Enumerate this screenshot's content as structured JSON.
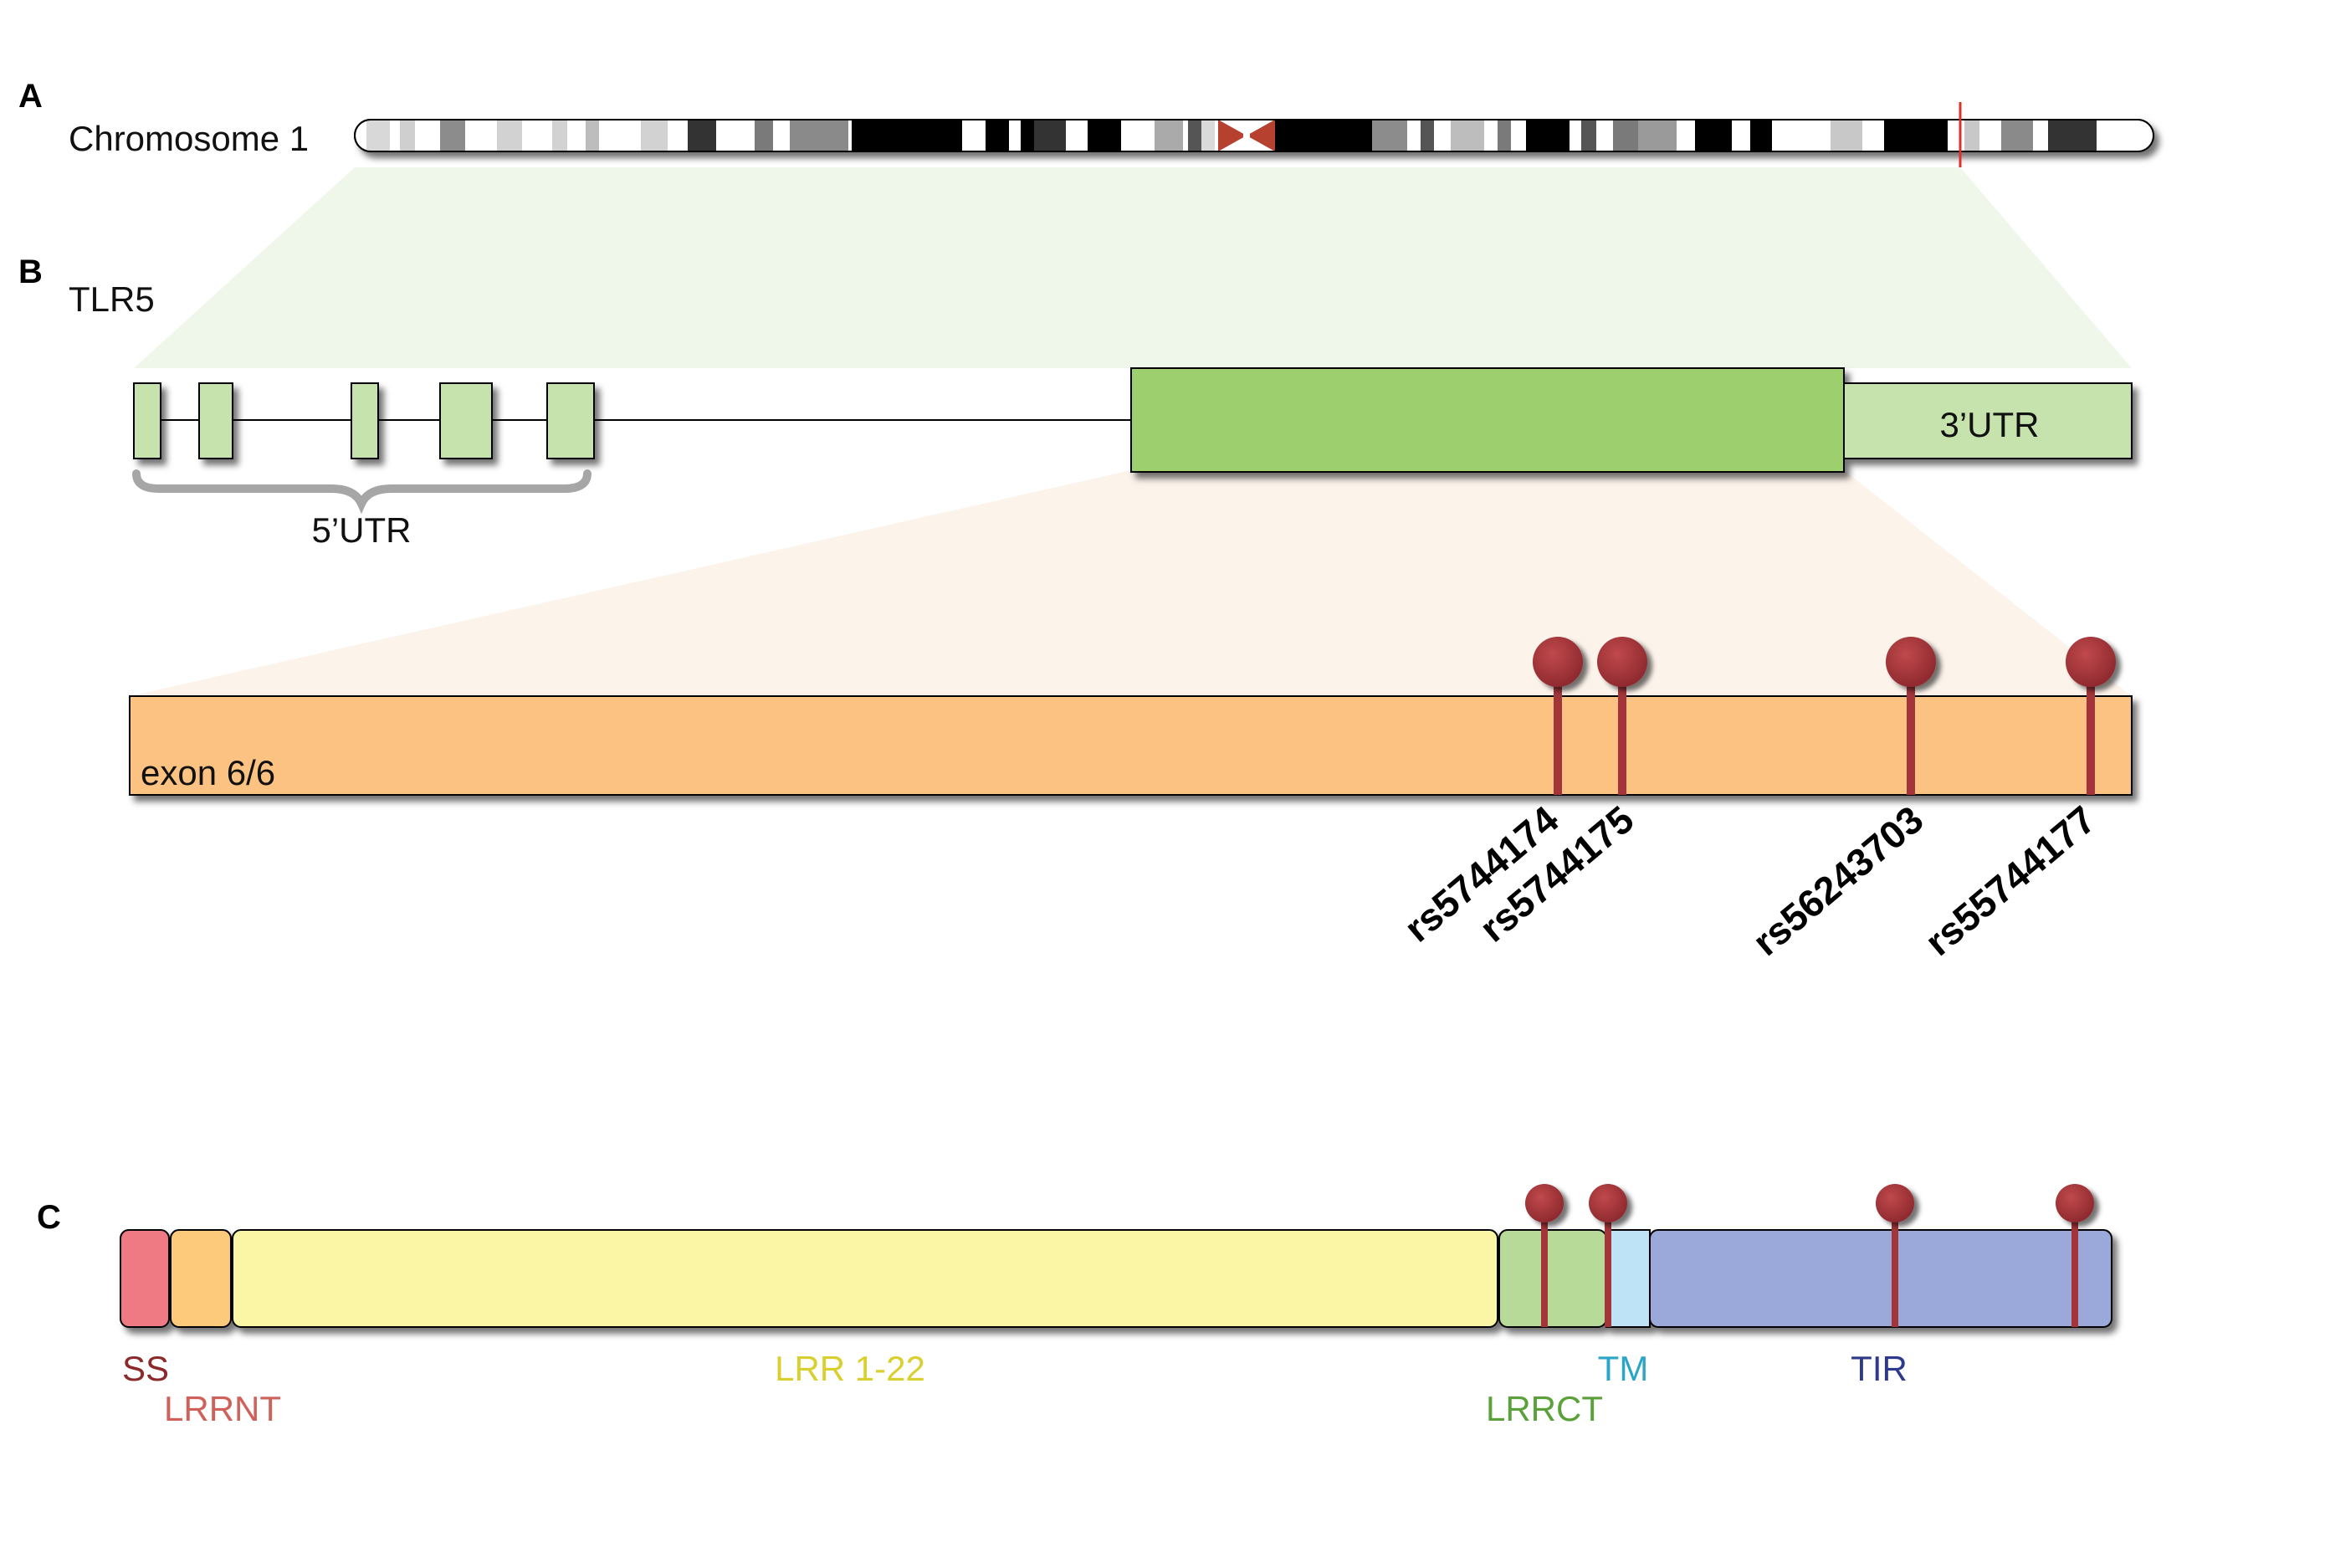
{
  "panels": {
    "a": {
      "letter": "A",
      "chromosome_label": "Chromosome 1"
    },
    "b": {
      "letter": "B",
      "gene_label": "TLR5",
      "utr5_label": "5’UTR",
      "utr3_label": "3’UTR",
      "exon_label": "exon 6/6",
      "snps": [
        {
          "id": "rs5744174"
        },
        {
          "id": "rs5744175"
        },
        {
          "id": "rs56243703"
        },
        {
          "id": "rs55744177"
        }
      ]
    },
    "c": {
      "letter": "C",
      "domains": [
        {
          "key": "ss",
          "label": "SS",
          "color": "#f07a84",
          "text_color": "#8b2a2a"
        },
        {
          "key": "lrrnt",
          "label": "LRRNT",
          "color": "#fdc97a",
          "text_color": "#d0605a"
        },
        {
          "key": "lrr",
          "label": "LRR 1-22",
          "color": "#fbf5a6",
          "text_color": "#d9cf2e"
        },
        {
          "key": "lrrct",
          "label": "LRRCT",
          "color": "#b7da98",
          "text_color": "#5aa13a"
        },
        {
          "key": "tm",
          "label": "TM",
          "color": "#bfe3f6",
          "text_color": "#2ba6c9"
        },
        {
          "key": "tir",
          "label": "TIR",
          "color": "#9aa9d9",
          "text_color": "#2d3a8c"
        }
      ]
    }
  },
  "colors": {
    "snp_marker": "#a3353a",
    "exon_orange": "#fcc281",
    "cds_green": "#9ecf6e",
    "utr_green": "#c6e3ae",
    "locus_line": "#e0302a",
    "centromere": "#b5412e"
  }
}
